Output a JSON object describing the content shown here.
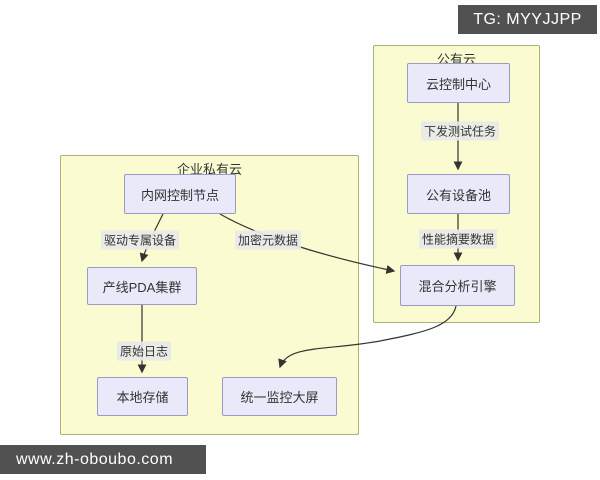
{
  "badge": {
    "text": "TG: MYYJJPP"
  },
  "watermark": {
    "text": "www.zh-oboubo.com"
  },
  "colors": {
    "container_fill": "#fbfbd2",
    "container_border": "#b1b175",
    "node_fill": "#e9e9f9",
    "node_border": "#9a9ac4",
    "edge_label_bg": "#e8e8e8",
    "arrow": "#333333",
    "banner_bg": "#515151",
    "banner_text": "#ffffff"
  },
  "diagram": {
    "containers": [
      {
        "title": "企业私有云"
      },
      {
        "title": "公有云"
      }
    ],
    "nodes": [
      {
        "id": "intranet-control",
        "label": "内网控制节点"
      },
      {
        "id": "pda-cluster",
        "label": "产线PDA集群"
      },
      {
        "id": "local-storage",
        "label": "本地存储"
      },
      {
        "id": "monitor-screen",
        "label": "统一监控大屏"
      },
      {
        "id": "cloud-control",
        "label": "云控制中心"
      },
      {
        "id": "device-pool",
        "label": "公有设备池"
      },
      {
        "id": "hybrid-engine",
        "label": "混合分析引擎"
      }
    ],
    "edges": [
      {
        "from": "内网控制节点",
        "to": "产线PDA集群",
        "label": "驱动专属设备"
      },
      {
        "from": "内网控制节点",
        "to": "混合分析引擎",
        "label": "加密元数据"
      },
      {
        "from": "产线PDA集群",
        "to": "本地存储",
        "label": "原始日志"
      },
      {
        "from": "云控制中心",
        "to": "公有设备池",
        "label": "下发测试任务"
      },
      {
        "from": "公有设备池",
        "to": "混合分析引擎",
        "label": "性能摘要数据"
      },
      {
        "from": "混合分析引擎",
        "to": "统一监控大屏",
        "label": ""
      }
    ]
  }
}
